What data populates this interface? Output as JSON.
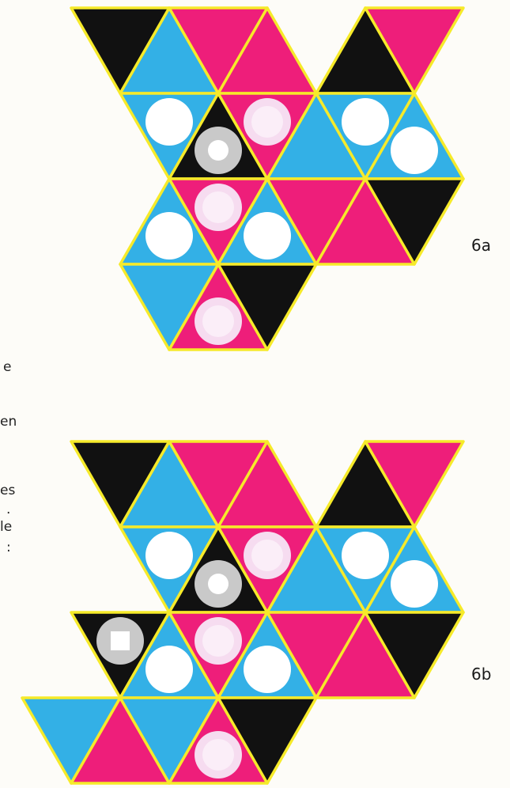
{
  "colors": {
    "cyan": "#33b0e6",
    "magenta": "#ee1e7a",
    "black": "#111111",
    "outline": "#f6ea2a",
    "white_disc": "#ffffff",
    "pink_disc": "#f6dcf0",
    "gray_ring": "#c9c9c9"
  },
  "figures": [
    {
      "label": "6a",
      "tiles": [
        {
          "c": 0,
          "r": 0,
          "fill": "black"
        },
        {
          "c": 1,
          "r": 0,
          "fill": "cyan"
        },
        {
          "c": 2,
          "r": 0,
          "fill": "magenta"
        },
        {
          "c": 3,
          "r": 0,
          "fill": "magenta"
        },
        {
          "c": 5,
          "r": 0,
          "fill": "black"
        },
        {
          "c": 6,
          "r": 0,
          "fill": "magenta"
        },
        {
          "c": 1,
          "r": 1,
          "fill": "cyan",
          "token": "white"
        },
        {
          "c": 2,
          "r": 1,
          "fill": "black",
          "token": "ring"
        },
        {
          "c": 3,
          "r": 1,
          "fill": "magenta",
          "token": "pink"
        },
        {
          "c": 4,
          "r": 1,
          "fill": "cyan"
        },
        {
          "c": 5,
          "r": 1,
          "fill": "cyan",
          "token": "white"
        },
        {
          "c": 6,
          "r": 1,
          "fill": "cyan",
          "token": "white"
        },
        {
          "c": 1,
          "r": 2,
          "fill": "cyan",
          "token": "white"
        },
        {
          "c": 2,
          "r": 2,
          "fill": "magenta",
          "token": "pink"
        },
        {
          "c": 3,
          "r": 2,
          "fill": "cyan",
          "token": "white"
        },
        {
          "c": 4,
          "r": 2,
          "fill": "magenta"
        },
        {
          "c": 5,
          "r": 2,
          "fill": "magenta"
        },
        {
          "c": 6,
          "r": 2,
          "fill": "black"
        },
        {
          "c": 1,
          "r": 3,
          "fill": "cyan"
        },
        {
          "c": 2,
          "r": 3,
          "fill": "magenta",
          "token": "pink"
        },
        {
          "c": 3,
          "r": 3,
          "fill": "black"
        }
      ]
    },
    {
      "label": "6b",
      "tiles": [
        {
          "c": 0,
          "r": 0,
          "fill": "black"
        },
        {
          "c": 1,
          "r": 0,
          "fill": "cyan"
        },
        {
          "c": 2,
          "r": 0,
          "fill": "magenta"
        },
        {
          "c": 3,
          "r": 0,
          "fill": "magenta"
        },
        {
          "c": 5,
          "r": 0,
          "fill": "black"
        },
        {
          "c": 6,
          "r": 0,
          "fill": "magenta"
        },
        {
          "c": 1,
          "r": 1,
          "fill": "cyan",
          "token": "white"
        },
        {
          "c": 2,
          "r": 1,
          "fill": "black",
          "token": "ring"
        },
        {
          "c": 3,
          "r": 1,
          "fill": "magenta",
          "token": "pink"
        },
        {
          "c": 4,
          "r": 1,
          "fill": "cyan"
        },
        {
          "c": 5,
          "r": 1,
          "fill": "cyan",
          "token": "white"
        },
        {
          "c": 6,
          "r": 1,
          "fill": "cyan",
          "token": "white"
        },
        {
          "c": 0,
          "r": 2,
          "fill": "black",
          "token": "ring-square"
        },
        {
          "c": 1,
          "r": 2,
          "fill": "cyan",
          "token": "white"
        },
        {
          "c": 2,
          "r": 2,
          "fill": "magenta",
          "token": "pink"
        },
        {
          "c": 3,
          "r": 2,
          "fill": "cyan",
          "token": "white"
        },
        {
          "c": 4,
          "r": 2,
          "fill": "magenta"
        },
        {
          "c": 5,
          "r": 2,
          "fill": "magenta"
        },
        {
          "c": 6,
          "r": 2,
          "fill": "black"
        },
        {
          "c": -1,
          "r": 3,
          "fill": "cyan"
        },
        {
          "c": 0,
          "r": 3,
          "fill": "magenta"
        },
        {
          "c": 1,
          "r": 3,
          "fill": "cyan"
        },
        {
          "c": 2,
          "r": 3,
          "fill": "magenta",
          "token": "pink"
        },
        {
          "c": 3,
          "r": 3,
          "fill": "black"
        }
      ]
    }
  ],
  "text_fragments": [
    "e",
    "en",
    "es",
    ".",
    "le",
    ":"
  ]
}
